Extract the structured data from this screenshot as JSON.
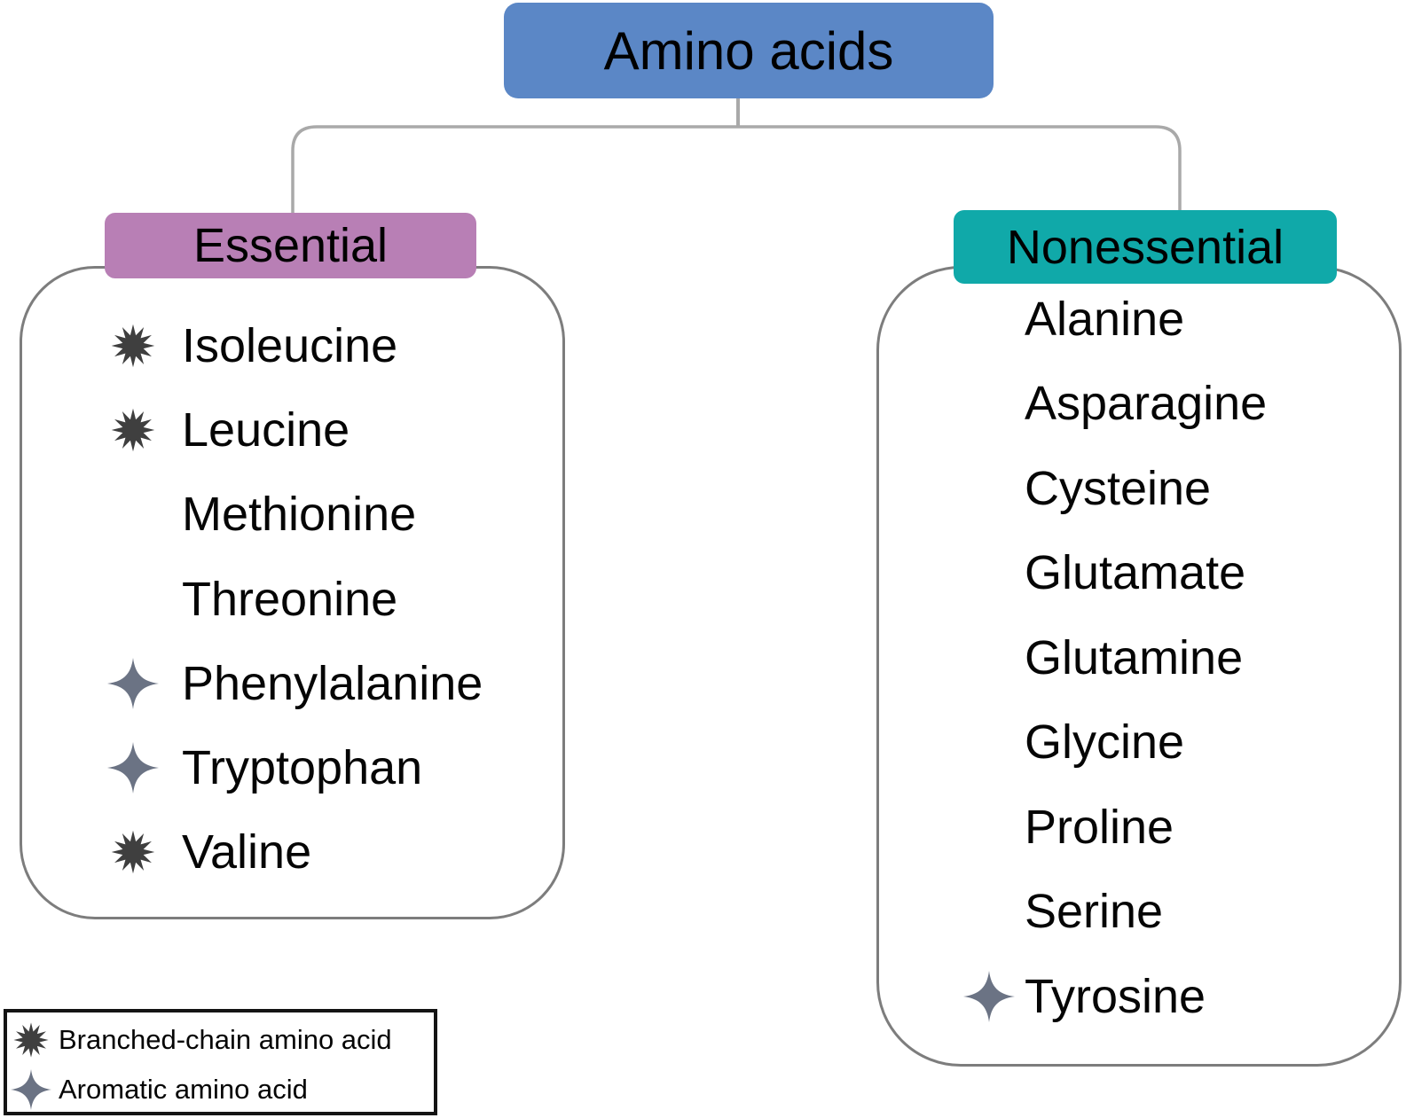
{
  "root": {
    "title": "Amino acids"
  },
  "panels": [
    {
      "label": "Essential",
      "color": "#b87fb5",
      "items": [
        {
          "name": "Isoleucine",
          "marker": "branched"
        },
        {
          "name": "Leucine",
          "marker": "branched"
        },
        {
          "name": "Methionine",
          "marker": null
        },
        {
          "name": "Threonine",
          "marker": null
        },
        {
          "name": "Phenylalanine",
          "marker": "aromatic"
        },
        {
          "name": "Tryptophan",
          "marker": "aromatic"
        },
        {
          "name": "Valine",
          "marker": "branched"
        }
      ]
    },
    {
      "label": "Nonessential",
      "color": "#10a9a9",
      "items": [
        {
          "name": "Alanine",
          "marker": null
        },
        {
          "name": "Asparagine",
          "marker": null
        },
        {
          "name": "Cysteine",
          "marker": null
        },
        {
          "name": "Glutamate",
          "marker": null
        },
        {
          "name": "Glutamine",
          "marker": null
        },
        {
          "name": "Glycine",
          "marker": null
        },
        {
          "name": "Proline",
          "marker": null
        },
        {
          "name": "Serine",
          "marker": null
        },
        {
          "name": "Tyrosine",
          "marker": "aromatic"
        }
      ]
    }
  ],
  "legend": {
    "items": [
      {
        "marker": "branched",
        "label": "Branched-chain amino acid"
      },
      {
        "marker": "aromatic",
        "label": "Aromatic amino acid"
      }
    ]
  },
  "colors": {
    "root_box": "#5b87c6",
    "essential_box": "#b87fb5",
    "nonessential_box": "#10a9a9",
    "branched_icon": "#3f3f3f",
    "aromatic_icon": "#6b7384",
    "connector": "#a9a9a9",
    "panel_border": "#7d7d7d"
  }
}
